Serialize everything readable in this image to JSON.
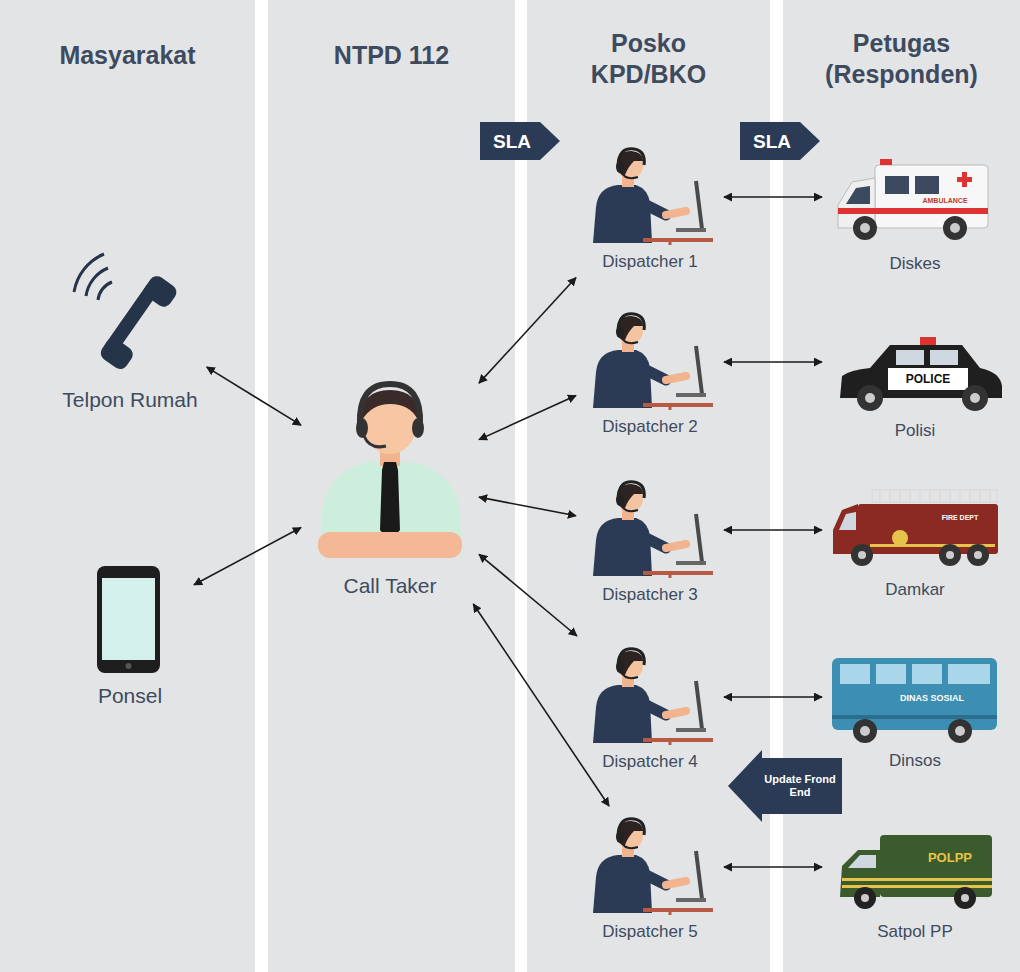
{
  "diagram": {
    "nodes": [
      {
        "text": [
          "Masyarakat"
        ]
      },
      {
        "text": [
          "NTPD 112"
        ]
      },
      {
        "text": [
          "Posko KPD/BKO"
        ]
      },
      {
        "text": [
          "Petugas (Responden)"
        ]
      },
      {
        "text": [
          "Telpon Rumah"
        ],
        "in": 0
      },
      {
        "text": [
          "Ponsel"
        ],
        "in": 0
      },
      {
        "text": [
          "Call Taker"
        ],
        "in": 1
      },
      {
        "text": [
          "Dispatcher 1"
        ],
        "in": 2
      },
      {
        "text": [
          "Dispatcher 2"
        ],
        "in": 2
      },
      {
        "text": [
          "Dispatcher 3"
        ],
        "in": 2
      },
      {
        "text": [
          "Dispatcher 4"
        ],
        "in": 2
      },
      {
        "text": [
          "Dispatcher 5"
        ],
        "in": 2
      },
      {
        "text": [
          "Diskes"
        ],
        "in": 3
      },
      {
        "text": [
          "Polisi"
        ],
        "in": 3
      },
      {
        "text": [
          "Damkar"
        ],
        "in": 3
      },
      {
        "text": [
          "Dinsos"
        ],
        "in": 3
      },
      {
        "text": [
          "Satpol PP"
        ],
        "in": 3
      }
    ],
    "edges": [
      {
        "from": 4,
        "to": 6,
        "arrow": "both"
      },
      {
        "from": 5,
        "to": 6,
        "arrow": "both"
      },
      {
        "from": 6,
        "to": 7,
        "arrow": "both"
      },
      {
        "from": 6,
        "to": 8,
        "arrow": "both"
      },
      {
        "from": 6,
        "to": 9,
        "arrow": "both"
      },
      {
        "from": 6,
        "to": 10,
        "arrow": "both"
      },
      {
        "from": 6,
        "to": 11,
        "arrow": "both"
      },
      {
        "from": 7,
        "to": 12,
        "arrow": "both"
      },
      {
        "from": 8,
        "to": 13,
        "arrow": "both"
      },
      {
        "from": 9,
        "to": 14,
        "arrow": "both"
      },
      {
        "from": 10,
        "to": 15,
        "arrow": "both"
      },
      {
        "from": 11,
        "to": 16,
        "arrow": "both"
      }
    ],
    "labels": [
      "SLA",
      "SLA",
      "Update Frond End",
      "AMBULANCE",
      "POLICE",
      "FIRE DEPT",
      "DINAS SOSIAL",
      "POLPP"
    ]
  }
}
